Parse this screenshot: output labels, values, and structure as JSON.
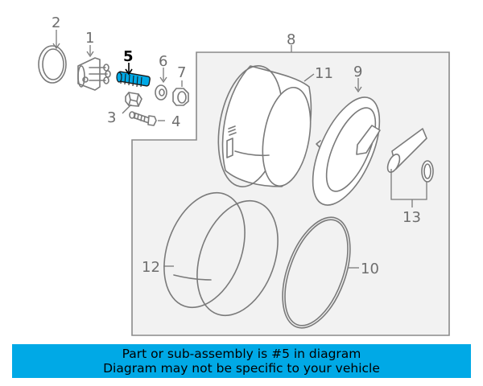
{
  "callouts": {
    "c1": "1",
    "c2": "2",
    "c3": "3",
    "c4": "4",
    "c5": "5",
    "c6": "6",
    "c7": "7",
    "c8": "8",
    "c9": "9",
    "c10": "10",
    "c11": "11",
    "c12": "12",
    "c13": "13"
  },
  "highlighted_part": "5",
  "colors": {
    "highlight": "#00a9e6",
    "banner_bg": "#00a9e6",
    "panel_bg": "#f2f2f2",
    "line": "#7a7a7a"
  },
  "banner": {
    "line1": "Part or sub-assembly is #5 in diagram",
    "line2": "Diagram may not be specific to your vehicle"
  }
}
